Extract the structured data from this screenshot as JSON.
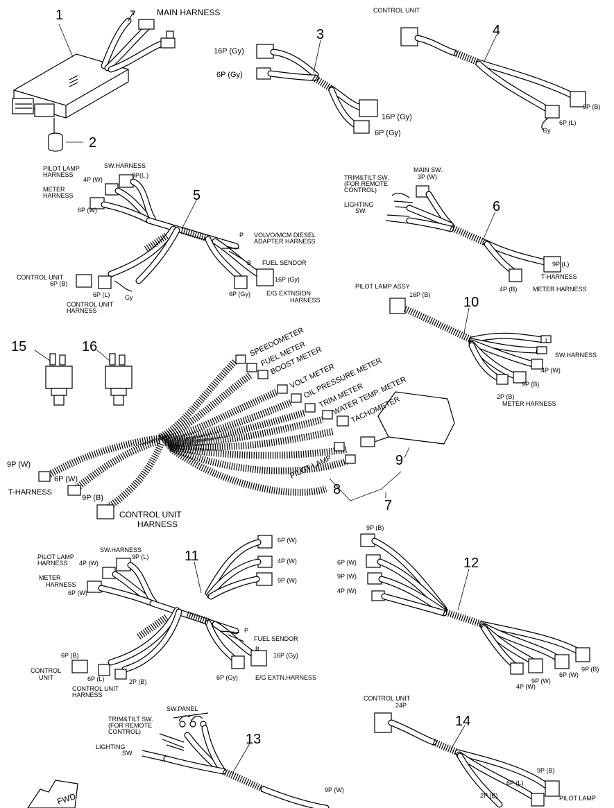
{
  "callouts": [
    "1",
    "2",
    "3",
    "4",
    "5",
    "6",
    "7",
    "8",
    "9",
    "10",
    "11",
    "12",
    "13",
    "14",
    "15",
    "16"
  ],
  "labels": {
    "main_harness": "MAIN HARNESS",
    "control_unit": "CONTROL UNIT",
    "p16gy": "16P (Gy)",
    "p6gy": "6P (Gy)",
    "p9b": "9P (B)",
    "p6l": "6P (L)",
    "gy": "Gy",
    "pilot_lamp_harness": "PILOT LAMP HARNESS",
    "pilot_lamp": "PILOT LAMP",
    "pilot_lamp2": "HARNESS",
    "sw_harness": "SW.HARNESS",
    "p9pl": "9P(L )",
    "p4w": "4P (W)",
    "meter_harness": "METER",
    "meter_harness2": "HARNESS",
    "p6w": "6P (W)",
    "volvo": "VOLVO/MCM DIESEL",
    "volvo2": "ADAPTER HARNESS",
    "p": "P",
    "b": "B",
    "fuel_sendor": "FUEL SENDOR",
    "p6b": "6P (B)",
    "control_unit_harness": "CONTROL UNIT",
    "control_unit_harness2": "HARNESS",
    "eg_ext": "E/G EXTNSION",
    "eg_ext2": "HARNESS",
    "main_sw": "MAIN SW.",
    "p3w": "3P (W)",
    "trim_tilt": "TRIM&TILT SW.",
    "trim_tilt2": "(FOR REMOTE",
    "trim_tilt3": "CONTROL)",
    "lighting": "LIGHTING",
    "lighting2": "SW.",
    "p9l": "9P (L)",
    "t_harness": "T-HARNESS",
    "p4b": "4P (B)",
    "meter_harness_full": "METER HARNESS",
    "pilot_lamp_assy": "PILOT LAMP ASSY",
    "p16b": "16P (B)",
    "l": "L",
    "p2b": "2P (B)",
    "speedometer": "SPEEDOMETER",
    "fuel_meter": "FUEL METER",
    "boost_meter": "BOOST METER",
    "volt_meter": "VOLT METER",
    "oil_pressure_meter": "OIL PRESSURE METER",
    "trim_meter": "TRIM METER",
    "water_temp_meter": "WATER TEMP. METER",
    "tachometer": "TACHOMETER",
    "p9w": "9P (W)",
    "t_harness_big": "T-HARNESS",
    "p6w_big": "6P (W)",
    "p9b_big": "9P (B)",
    "cu_harness_big": "CONTROL UNIT",
    "cu_harness_big2": "HARNESS",
    "sw_harness_11": "SW.HARNESS",
    "p9pl_11": "9P (L)",
    "pilot_lamp_11": "PILOT LAMP",
    "pilot_lamp_11b": "HARNESS",
    "p4w_11": "4P (W)",
    "control_11": "CONTROL",
    "unit_11": "UNIT",
    "eg_extn": "E/G EXTN.HARNESS",
    "sw_panel": "SW.PANEL",
    "p24": "24P",
    "fwd": "FWD"
  }
}
